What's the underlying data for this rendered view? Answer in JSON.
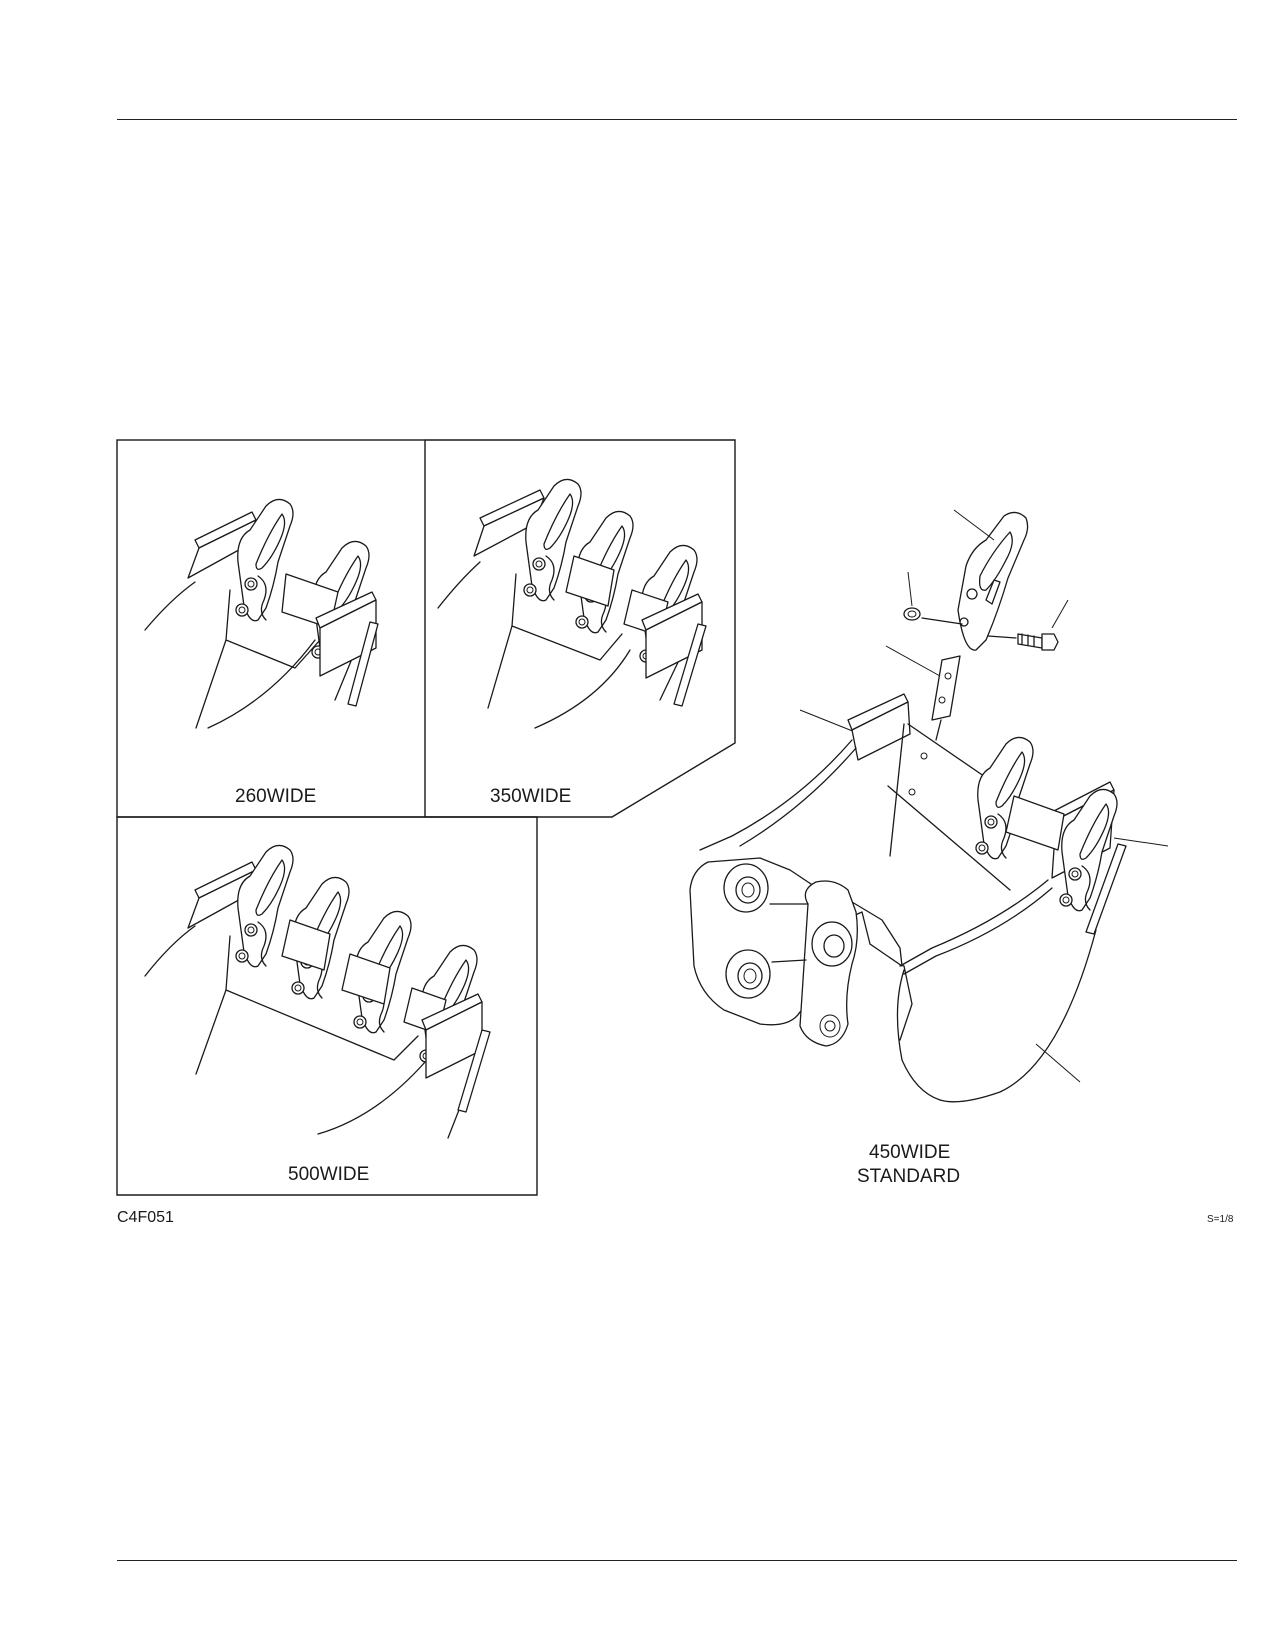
{
  "figure": {
    "code": "C4F051",
    "scale": "S=1/8"
  },
  "variants": [
    {
      "id": "260",
      "label": "260WIDE"
    },
    {
      "id": "350",
      "label": "350WIDE"
    },
    {
      "id": "500",
      "label": "500WIDE"
    }
  ],
  "main_bucket": {
    "label_line1": "450WIDE",
    "label_line2": "STANDARD"
  }
}
